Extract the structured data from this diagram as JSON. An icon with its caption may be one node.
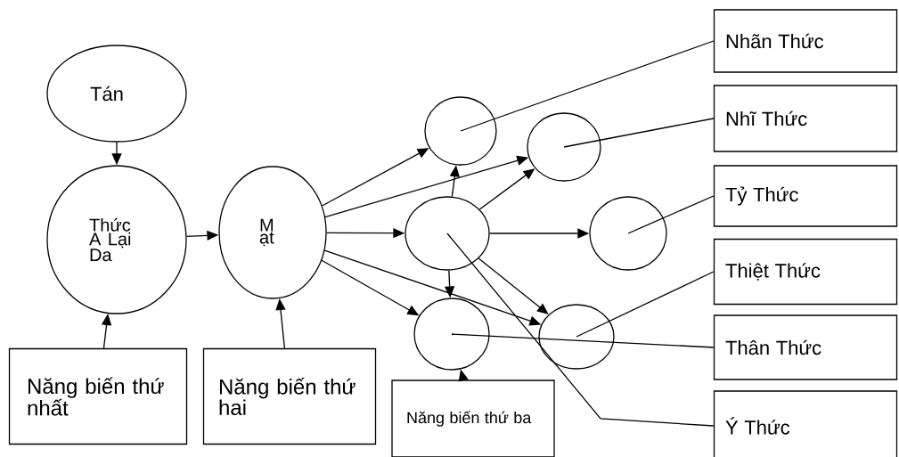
{
  "diagram": {
    "nodes": [
      {
        "text": [
          "Tán"
        ]
      },
      {
        "text": [
          "Thức A Lại Da"
        ]
      },
      {
        "text": [
          "M ạt"
        ]
      },
      {
        "text": [
          "Năng biến thứ nhất"
        ]
      },
      {
        "text": [
          "Năng biến thứ hai"
        ]
      },
      {
        "text": [],
        "shape": "circle"
      },
      {
        "text": [],
        "shape": "circle"
      },
      {
        "text": [],
        "shape": "circle"
      },
      {
        "text": [],
        "shape": "circle"
      },
      {
        "text": [],
        "shape": "circle"
      },
      {
        "text": [],
        "shape": "circle"
      },
      {
        "text": [
          "Năng biến thứ ba"
        ]
      },
      {
        "text": [
          "Nhãn Thức"
        ]
      },
      {
        "text": [
          "Nhĩ Thức"
        ]
      },
      {
        "text": [
          "Tỷ Thức"
        ]
      },
      {
        "text": [
          "Thiệt Thức"
        ]
      },
      {
        "text": [
          "Thân Thức"
        ]
      },
      {
        "text": [
          "Ý Thức"
        ]
      }
    ],
    "edges": [
      {
        "from": 0,
        "to": 1,
        "arrow": "to"
      },
      {
        "from": 3,
        "to": 1,
        "arrow": "to"
      },
      {
        "from": 1,
        "to": 2,
        "arrow": "to"
      },
      {
        "from": 4,
        "to": 2,
        "arrow": "to"
      },
      {
        "from": 2,
        "to": 5,
        "arrow": "to"
      },
      {
        "from": 2,
        "to": 6,
        "arrow": "to"
      },
      {
        "from": 2,
        "to": 7,
        "arrow": "to"
      },
      {
        "from": 2,
        "to": 9,
        "arrow": "to"
      },
      {
        "from": 2,
        "to": 10,
        "arrow": "to"
      },
      {
        "from": 7,
        "to": 5,
        "arrow": "to"
      },
      {
        "from": 7,
        "to": 6,
        "arrow": "to"
      },
      {
        "from": 7,
        "to": 8,
        "arrow": "to"
      },
      {
        "from": 7,
        "to": 9,
        "arrow": "to"
      },
      {
        "from": 7,
        "to": 10,
        "arrow": "to"
      },
      {
        "from": 11,
        "to": 10,
        "arrow": "to"
      },
      {
        "from": 12,
        "to": 5,
        "arrow": "none"
      },
      {
        "from": 13,
        "to": 6,
        "arrow": "none"
      },
      {
        "from": 14,
        "to": 8,
        "arrow": "none"
      },
      {
        "from": 15,
        "to": 9,
        "arrow": "none"
      },
      {
        "from": 16,
        "to": 10,
        "arrow": "none"
      },
      {
        "from": 17,
        "to": 7,
        "arrow": "none"
      }
    ]
  }
}
